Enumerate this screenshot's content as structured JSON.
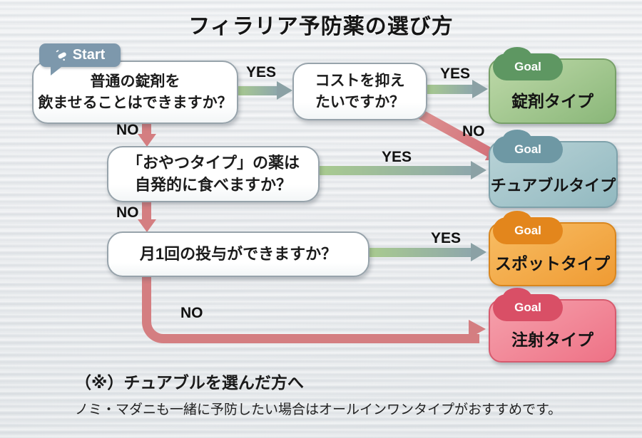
{
  "title": "フィラリア予防薬の選び方",
  "start": {
    "label": "Start",
    "icon": "pill-icon",
    "color": "#7d98ac"
  },
  "questions": [
    {
      "id": "q1",
      "lines": [
        "普通の錠剤を",
        "飲ませることはできますか？"
      ]
    },
    {
      "id": "q2",
      "lines": [
        "コストを抑え",
        "たいですか？"
      ]
    },
    {
      "id": "q3",
      "lines": [
        "「おやつタイプ」の薬は",
        "自発的に食べますか？"
      ]
    },
    {
      "id": "q4",
      "lines": [
        "月1回の投与ができますか？"
      ]
    }
  ],
  "edges": [
    {
      "from": "q1",
      "to": "q2",
      "label": "YES",
      "color": "#8ea7ab"
    },
    {
      "from": "q1",
      "to": "q3",
      "label": "NO",
      "color": "#d47e81"
    },
    {
      "from": "q2",
      "to": "goal-tablet",
      "label": "YES",
      "color": "#8ea7ab"
    },
    {
      "from": "q2",
      "to": "goal-chewable",
      "label": "NO",
      "color": "#d4737b"
    },
    {
      "from": "q3",
      "to": "goal-chewable",
      "label": "YES",
      "color": "#8ea7ab"
    },
    {
      "from": "q3",
      "to": "q4",
      "label": "NO",
      "color": "#d47e81"
    },
    {
      "from": "q4",
      "to": "goal-spot",
      "label": "YES",
      "color": "#8ea7ab"
    },
    {
      "from": "q4",
      "to": "goal-injection",
      "label": "NO",
      "color": "#d47e81"
    }
  ],
  "goals": [
    {
      "id": "goal-tablet",
      "tag": "Goal",
      "label": "錠剤タイプ",
      "body_color": "#9cc28a",
      "tab_color": "#5e9762"
    },
    {
      "id": "goal-chewable",
      "tag": "Goal",
      "label": "チュアブルタイプ",
      "body_color": "#a3c4cb",
      "tab_color": "#6e98a4"
    },
    {
      "id": "goal-spot",
      "tag": "Goal",
      "label": "スポットタイプ",
      "body_color": "#f3a947",
      "tab_color": "#e3861c"
    },
    {
      "id": "goal-injection",
      "tag": "Goal",
      "label": "注射タイプ",
      "body_color": "#f18a97",
      "tab_color": "#d94f66"
    }
  ],
  "footer": {
    "heading": "（※）チュアブルを選んだ方へ",
    "body": "ノミ・マダニも一緒に予防したい場合はオールインワンタイプがおすすめです。"
  }
}
